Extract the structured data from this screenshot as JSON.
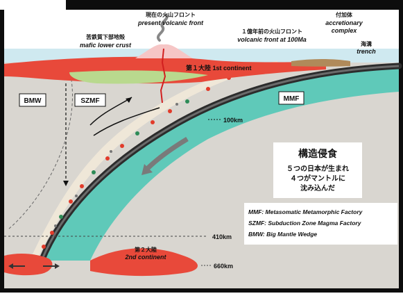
{
  "colors": {
    "frame": "#0d0d0d",
    "background": "#d9d6d0",
    "sky": "#bfe3ec",
    "continent": "#e8493a",
    "slab": "#5fc9b9",
    "slab_dark": "#2c2c2c",
    "mafic": "#b9d98e",
    "accretionary": "#b08a5a",
    "box_fill": "#ffffff"
  },
  "labels": {
    "present_front_jp": "現在の火山フロント",
    "present_front_en": "present volcanic front",
    "mafic_crust_jp": "苦鉄質下部地殻",
    "mafic_crust_en": "mafic lower crust",
    "front_100ma_jp": "１億年前の火山フロント",
    "front_100ma_en": "volcanic front at 100Ma",
    "accretion_jp": "付加体",
    "accretion_en_1": "accretionary",
    "accretion_en_2": "complex",
    "trench_jp": "海溝",
    "trench_en": "trench",
    "first_continent": "第１大陸 1st continent",
    "bmw": "BMW",
    "szmf": "SZMF",
    "mmf": "MMF",
    "depth_100": "100km",
    "depth_410": "410km",
    "depth_660": "660km",
    "second_continent_jp": "第２大陸",
    "second_continent_en": "2nd continent"
  },
  "info_box": {
    "title": "構造侵食",
    "line1": "５つの日本が生まれ",
    "line2": "４つがマントルに",
    "line3": "沈み込んだ"
  },
  "legend": {
    "mmf": "MMF: Metasomatic Metamorphic Factory",
    "szmf": "SZMF: Subduction Zone Magma Factory",
    "bmw": "BMW: Big Mantle Wedge"
  }
}
